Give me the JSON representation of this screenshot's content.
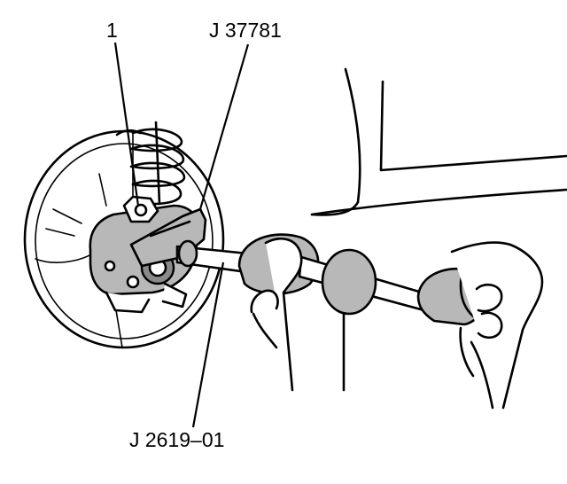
{
  "callouts": {
    "item_1": "1",
    "tool_top": "J 37781",
    "tool_bottom": "J 2619–01"
  }
}
